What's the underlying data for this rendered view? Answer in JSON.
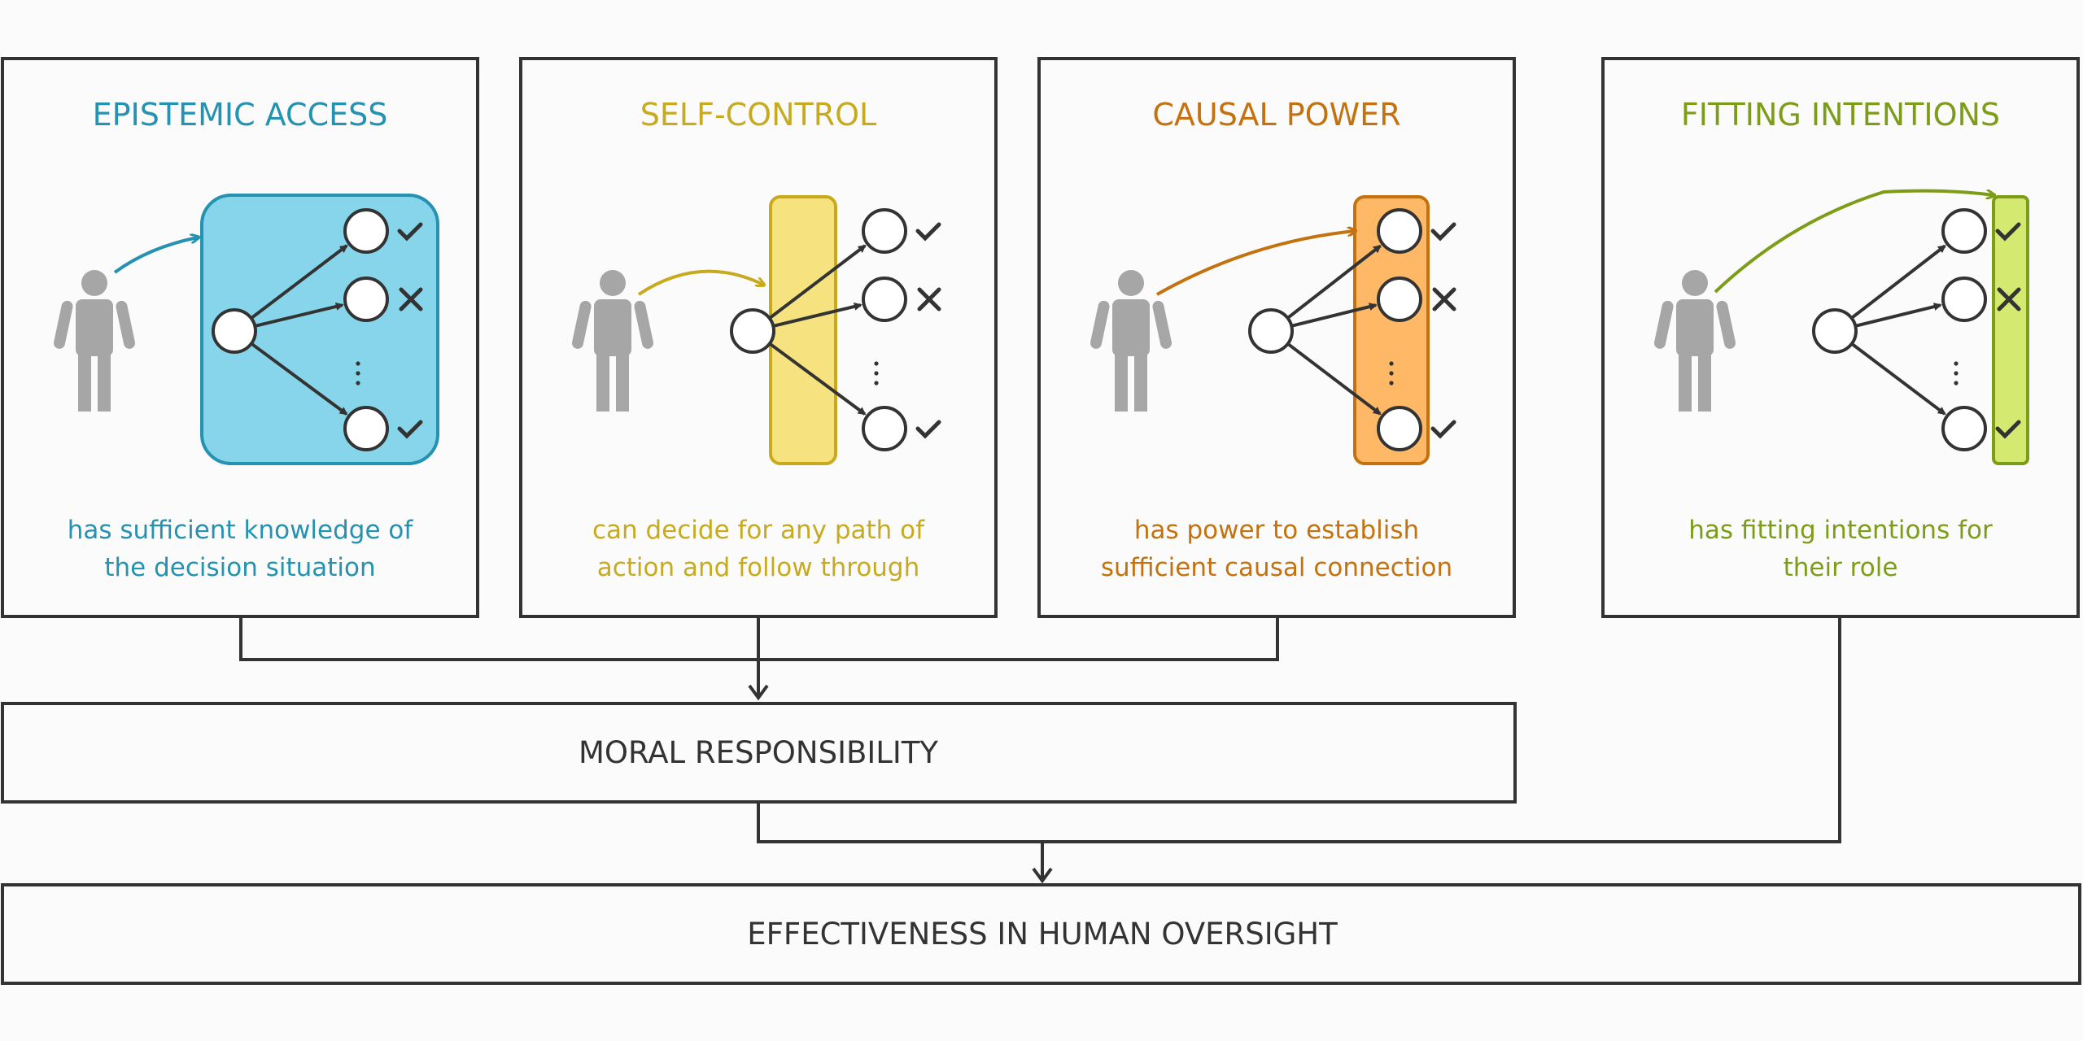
{
  "panels": [
    {
      "title": "EPISTEMIC ACCESS",
      "caption_line1": "has sufficient knowledge of",
      "caption_line2": "the decision situation",
      "color": "#2492b0"
    },
    {
      "title": "SELF-CONTROL",
      "caption_line1": "can decide for any path of",
      "caption_line2": "action and follow through",
      "color": "#c8aa1e"
    },
    {
      "title": "CAUSAL POWER",
      "caption_line1": "has power to establish",
      "caption_line2": "sufficient causal connection",
      "color": "#c4720f"
    },
    {
      "title": "FITTING INTENTIONS",
      "caption_line1": "has fitting intentions for",
      "caption_line2": "their role",
      "color": "#7d9c17"
    }
  ],
  "highlight_fills": [
    "#87d5ea",
    "#f6e27f",
    "#ffb866",
    "#d4e96f"
  ],
  "outcome_marks": [
    "check",
    "cross",
    "ellipsis",
    "check"
  ],
  "icons": [
    "person-icon",
    "check-icon",
    "cross-icon",
    "arrow-icon"
  ],
  "moral_responsibility": "MORAL RESPONSIBILITY",
  "effectiveness": "EFFECTIVENESS IN HUMAN OVERSIGHT"
}
